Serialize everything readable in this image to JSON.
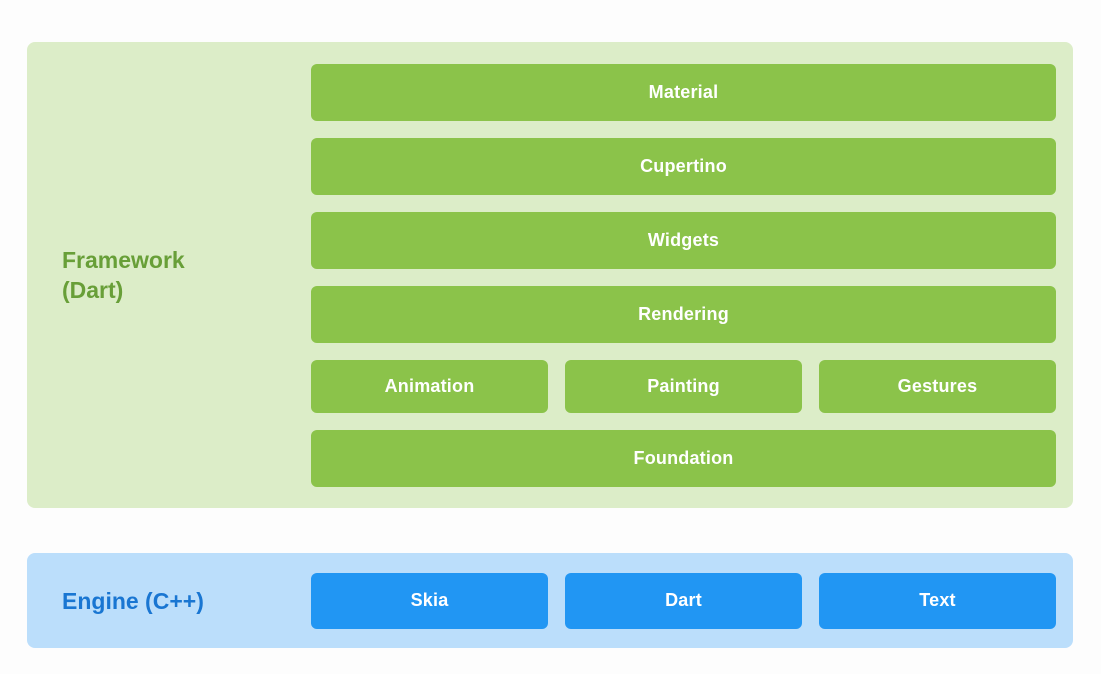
{
  "colors": {
    "page_bg": "#fdfdfd",
    "framework_panel_bg": "#dcedc8",
    "framework_bar_bg": "#8bc34a",
    "framework_label_text": "#689f38",
    "engine_panel_bg": "#bbdefb",
    "engine_bar_bg": "#2196f3",
    "engine_label_text": "#1976d2",
    "bar_text": "#ffffff"
  },
  "framework": {
    "title_line1": "Framework",
    "title_line2": "(Dart)",
    "bars": {
      "material": "Material",
      "cupertino": "Cupertino",
      "widgets": "Widgets",
      "rendering": "Rendering",
      "animation": "Animation",
      "painting": "Painting",
      "gestures": "Gestures",
      "foundation": "Foundation"
    }
  },
  "engine": {
    "title": "Engine (C++)",
    "bars": {
      "skia": "Skia",
      "dart": "Dart",
      "text": "Text"
    }
  }
}
